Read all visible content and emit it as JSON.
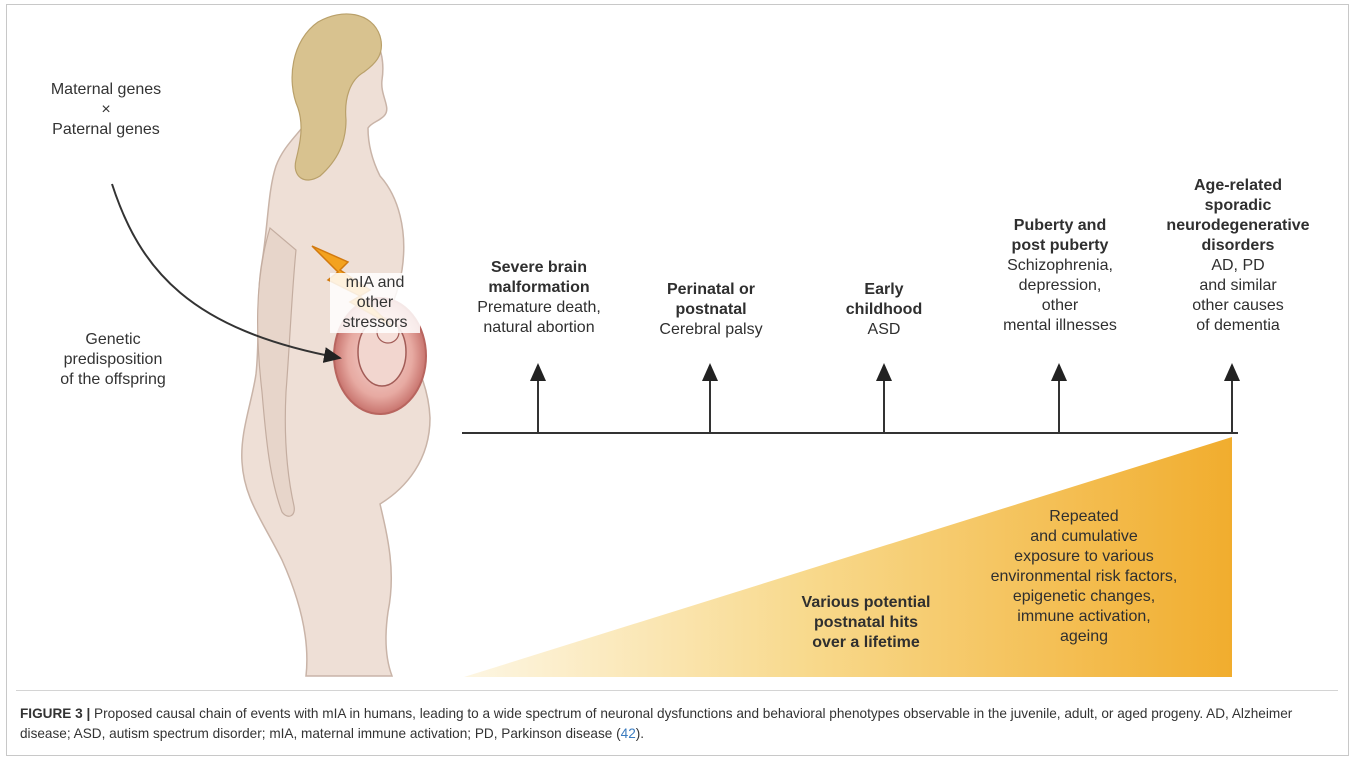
{
  "figure": {
    "parents": [
      "Maternal genes",
      "×",
      "Paternal genes"
    ],
    "stressors": [
      "mIA and",
      "other",
      "stressors"
    ],
    "genetic": [
      "Genetic",
      "predisposition",
      "of the offspring"
    ],
    "stages": [
      {
        "title": [
          "Severe brain",
          "malformation"
        ],
        "desc": [
          "Premature death,",
          "natural abortion"
        ]
      },
      {
        "title": [
          "Perinatal or",
          "postnatal"
        ],
        "desc": [
          "Cerebral palsy"
        ]
      },
      {
        "title": [
          "Early",
          "childhood"
        ],
        "desc": [
          "ASD"
        ]
      },
      {
        "title": [
          "Puberty and",
          "post puberty"
        ],
        "desc": [
          "Schizophrenia,",
          "depression,",
          "other",
          "mental illnesses"
        ]
      },
      {
        "title": [
          "Age-related",
          "sporadic",
          "neurodegenerative",
          "disorders"
        ],
        "desc": [
          "AD, PD",
          "and similar",
          "other causes",
          "of dementia"
        ]
      }
    ],
    "hits": [
      "Various potential",
      "postnatal hits",
      "over a lifetime"
    ],
    "exposure": [
      "Repeated",
      "and cumulative",
      "exposure to various",
      "environmental risk factors,",
      "epigenetic changes,",
      "immune activation,",
      "ageing"
    ],
    "colors": {
      "wedge_light": "#fbefcf",
      "wedge_dark": "#f2b437",
      "skin": "#eedfd6",
      "hair": "#d8c28f",
      "bolt": "#f3a21f",
      "womb": "#d88a84"
    }
  },
  "caption": {
    "label": "FIGURE 3 |",
    "text": " Proposed causal chain of events with mIA in humans, leading to a wide spectrum of neuronal dysfunctions and behavioral phenotypes observable in the juvenile, adult, or aged progeny. AD, Alzheimer disease; ASD, autism spectrum disorder; mIA, maternal immune activation; PD, Parkinson disease (",
    "ref": "42",
    "end": ")."
  }
}
